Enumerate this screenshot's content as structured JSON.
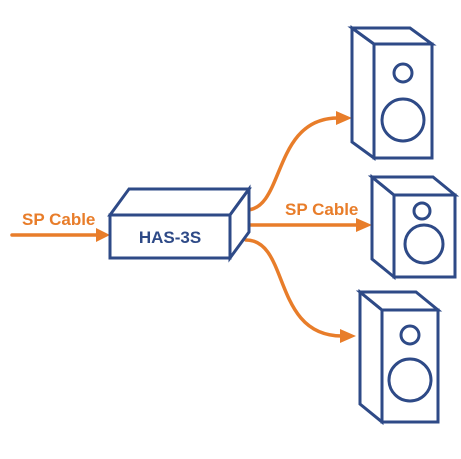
{
  "device": {
    "label": "HAS-3S"
  },
  "cables": {
    "input_label": "SP Cable",
    "output_label": "SP Cable"
  },
  "speakers": [
    {
      "icon": "speaker-icon"
    },
    {
      "icon": "speaker-icon"
    },
    {
      "icon": "speaker-icon"
    }
  ],
  "colors": {
    "device_stroke": "#2e4a87",
    "cable": "#e87d2a"
  }
}
